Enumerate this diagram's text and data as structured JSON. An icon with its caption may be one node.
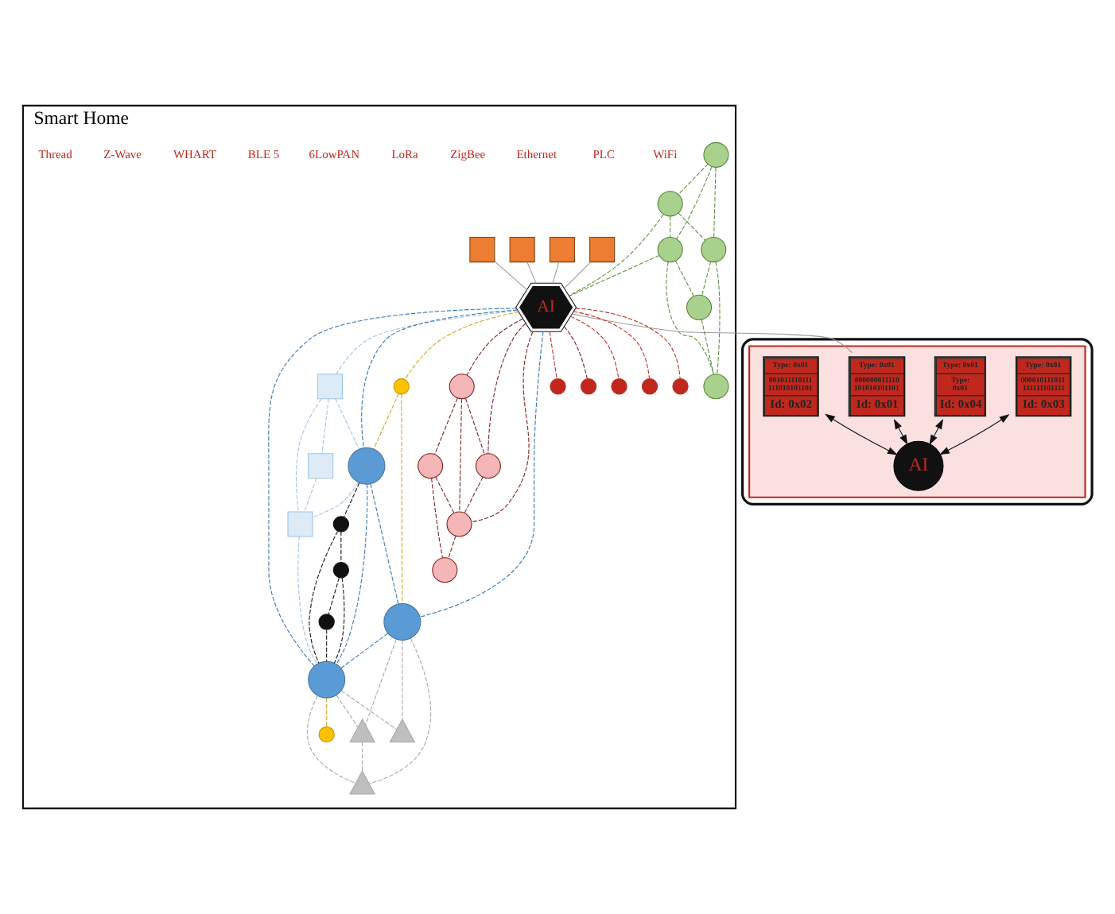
{
  "diagram": {
    "nodes": [
      {
        "text": [],
        "shape": "cloud"
      },
      {
        "text": [],
        "shape": "box",
        "in": 0
      },
      {
        "text": [
          "Type: 0x01",
          "000010111011 111111101111",
          "Id: 0x03"
        ],
        "in": 1
      },
      {
        "text": [
          "Type: 0x01",
          "Type: 0x01",
          "Id: 0x04"
        ],
        "in": 1
      },
      {
        "text": [
          "AI"
        ],
        "in": 1
      },
      {
        "text": [
          "Type: 0x01",
          "000000011110 101010101101",
          "Id: 0x01"
        ],
        "in": 1
      },
      {
        "text": [
          "Type: 0x01",
          "001011110111 111010101101",
          "Id: 0x02"
        ],
        "in": 1
      },
      {
        "text": [
          "Smart Home"
        ]
      },
      {
        "text": [
          "AI"
        ],
        "in": 7
      },
      {
        "text": [],
        "shape": "circle",
        "in": 7
      },
      {
        "text": [],
        "shape": "circle",
        "in": 7
      },
      {
        "text": [],
        "shape": "circle",
        "in": 7
      },
      {
        "text": [],
        "shape": "circle",
        "in": 7
      },
      {
        "text": [],
        "shape": "circle",
        "in": 7
      },
      {
        "text": [],
        "shape": "box",
        "in": 7
      },
      {
        "text": [],
        "shape": "box",
        "in": 7
      },
      {
        "text": [],
        "shape": "box",
        "in": 7
      },
      {
        "text": [],
        "shape": "box",
        "in": 7
      },
      {
        "text": [],
        "shape": "circle",
        "in": 7
      },
      {
        "text": [],
        "shape": "circle",
        "in": 7
      },
      {
        "text": [],
        "shape": "circle",
        "in": 7
      },
      {
        "text": [],
        "shape": "circle",
        "in": 7
      },
      {
        "text": [],
        "shape": "circle",
        "in": 7
      },
      {
        "text": [],
        "shape": "circle",
        "in": 7
      },
      {
        "text": [],
        "shape": "box",
        "in": 7
      },
      {
        "text": [],
        "shape": "box",
        "in": 7
      },
      {
        "text": [],
        "shape": "box",
        "in": 7
      },
      {
        "text": [],
        "shape": "circle",
        "in": 7
      },
      {
        "text": [],
        "shape": "circle",
        "in": 7
      },
      {
        "text": [],
        "shape": "circle",
        "in": 7
      },
      {
        "text": [],
        "shape": "circle",
        "in": 7
      },
      {
        "text": [],
        "shape": "circle",
        "in": 7
      },
      {
        "text": [],
        "shape": "circle",
        "in": 7
      },
      {
        "text": [],
        "shape": "circle",
        "in": 7
      },
      {
        "text": [],
        "shape": "circle",
        "in": 7
      },
      {
        "text": [],
        "shape": "circle",
        "in": 7
      },
      {
        "text": [],
        "shape": "circle",
        "in": 7
      },
      {
        "text": [],
        "shape": "triangle",
        "in": 7
      },
      {
        "text": [],
        "shape": "circle",
        "in": 7
      },
      {
        "text": [],
        "shape": "circle",
        "in": 7
      },
      {
        "text": [],
        "shape": "circle",
        "in": 7
      },
      {
        "text": [],
        "shape": "triangle",
        "in": 7
      },
      {
        "text": [],
        "shape": "triangle",
        "in": 7
      }
    ],
    "edges": [
      {
        "from": 2,
        "to": 4,
        "arrow": "both",
        "color": "#111111"
      },
      {
        "from": 3,
        "to": 4,
        "arrow": "both",
        "color": "#111111"
      },
      {
        "from": 5,
        "to": 4,
        "arrow": "both",
        "color": "#111111"
      },
      {
        "from": 6,
        "to": 4,
        "arrow": "both",
        "color": "#111111"
      },
      {
        "from": 8,
        "to": 5,
        "arrow": "none",
        "color": "#999999"
      },
      {
        "from": 8,
        "to": 9,
        "arrow": "none",
        "style": "dashed",
        "color": "#c0281e"
      },
      {
        "from": 8,
        "to": 10,
        "arrow": "none",
        "style": "dashed",
        "color": "#7b1c1c"
      },
      {
        "from": 8,
        "to": 11,
        "arrow": "none",
        "style": "dashed",
        "color": "#c0281e"
      },
      {
        "from": 8,
        "to": 12,
        "arrow": "none",
        "style": "dashed",
        "color": "#c0281e"
      },
      {
        "from": 8,
        "to": 13,
        "arrow": "none",
        "style": "dashed",
        "color": "#c0281e"
      },
      {
        "from": 14,
        "to": 8,
        "arrow": "none",
        "color": "#999999"
      },
      {
        "from": 15,
        "to": 8,
        "arrow": "none",
        "color": "#999999"
      },
      {
        "from": 16,
        "to": 8,
        "arrow": "none",
        "color": "#999999"
      },
      {
        "from": 17,
        "to": 8,
        "arrow": "none",
        "color": "#999999"
      },
      {
        "from": 18,
        "to": 19,
        "arrow": "none",
        "style": "dashed",
        "color": "#5a8f3c"
      },
      {
        "from": 18,
        "to": 20,
        "arrow": "none",
        "style": "dashed",
        "color": "#5a8f3c"
      },
      {
        "from": 18,
        "to": 21,
        "arrow": "none",
        "style": "dashed",
        "color": "#5a8f3c"
      },
      {
        "from": 19,
        "to": 20,
        "arrow": "none",
        "style": "dashed",
        "color": "#5a8f3c"
      },
      {
        "from": 19,
        "to": 21,
        "arrow": "none",
        "style": "dashed",
        "color": "#5a8f3c"
      },
      {
        "from": 19,
        "to": 8,
        "arrow": "none",
        "style": "dashed",
        "color": "#5a8f3c"
      },
      {
        "from": 21,
        "to": 8,
        "arrow": "none",
        "style": "dashed",
        "color": "#5a8f3c"
      },
      {
        "from": 20,
        "to": 22,
        "arrow": "none",
        "style": "dashed",
        "color": "#5a8f3c"
      },
      {
        "from": 20,
        "to": 23,
        "arrow": "none",
        "style": "dashed",
        "color": "#5a8f3c"
      },
      {
        "from": 21,
        "to": 22,
        "arrow": "none",
        "style": "dashed",
        "color": "#5a8f3c"
      },
      {
        "from": 21,
        "to": 23,
        "arrow": "none",
        "style": "dashed",
        "color": "#5a8f3c"
      },
      {
        "from": 22,
        "to": 23,
        "arrow": "none",
        "style": "dashed",
        "color": "#5a8f3c"
      },
      {
        "from": 8,
        "to": 24,
        "arrow": "none",
        "style": "dashed",
        "color": "#9dc3e6"
      },
      {
        "from": 24,
        "to": 25,
        "arrow": "none",
        "style": "dashed",
        "color": "#9dc3e6"
      },
      {
        "from": 24,
        "to": 26,
        "arrow": "none",
        "style": "dashed",
        "color": "#9dc3e6"
      },
      {
        "from": 25,
        "to": 26,
        "arrow": "none",
        "style": "dashed",
        "color": "#9dc3e6"
      },
      {
        "from": 24,
        "to": 27,
        "arrow": "none",
        "style": "dashed",
        "color": "#9dc3e6"
      },
      {
        "from": 27,
        "to": 26,
        "arrow": "none",
        "style": "dashed",
        "color": "#9dc3e6"
      },
      {
        "from": 26,
        "to": 34,
        "arrow": "none",
        "style": "dashed",
        "color": "#9dc3e6"
      },
      {
        "from": 8,
        "to": 27,
        "arrow": "none",
        "style": "dashed",
        "color": "#2e75b6"
      },
      {
        "from": 8,
        "to": 33,
        "arrow": "none",
        "style": "dashed",
        "color": "#2e75b6"
      },
      {
        "from": 8,
        "to": 34,
        "arrow": "none",
        "style": "dashed",
        "color": "#2e75b6"
      },
      {
        "from": 27,
        "to": 33,
        "arrow": "none",
        "style": "dashed",
        "color": "#2e75b6"
      },
      {
        "from": 27,
        "to": 34,
        "arrow": "none",
        "style": "dashed",
        "color": "#2e75b6"
      },
      {
        "from": 33,
        "to": 34,
        "arrow": "none",
        "style": "dashed",
        "color": "#2e75b6"
      },
      {
        "from": 8,
        "to": 28,
        "arrow": "none",
        "style": "dashed",
        "color": "#d4a017"
      },
      {
        "from": 28,
        "to": 27,
        "arrow": "none",
        "style": "dashed",
        "color": "#d4a017"
      },
      {
        "from": 28,
        "to": 33,
        "arrow": "none",
        "style": "dashed",
        "color": "#d4a017"
      },
      {
        "from": 34,
        "to": 38,
        "arrow": "none",
        "style": "dashed",
        "color": "#d4a017"
      },
      {
        "from": 27,
        "to": 29,
        "arrow": "none",
        "style": "dashed",
        "color": "#111111"
      },
      {
        "from": 29,
        "to": 30,
        "arrow": "none",
        "style": "dashed",
        "color": "#111111"
      },
      {
        "from": 29,
        "to": 34,
        "arrow": "none",
        "style": "dashed",
        "color": "#111111"
      },
      {
        "from": 30,
        "to": 34,
        "arrow": "none",
        "style": "dashed",
        "color": "#111111"
      },
      {
        "from": 30,
        "to": 35,
        "arrow": "none",
        "style": "dashed",
        "color": "#111111"
      },
      {
        "from": 35,
        "to": 34,
        "arrow": "none",
        "style": "dashed",
        "color": "#111111"
      },
      {
        "from": 8,
        "to": 31,
        "arrow": "none",
        "style": "dashed",
        "color": "#7b1c1c"
      },
      {
        "from": 8,
        "to": 39,
        "arrow": "none",
        "style": "dashed",
        "color": "#7b1c1c"
      },
      {
        "from": 8,
        "to": 32,
        "arrow": "none",
        "style": "dashed",
        "color": "#7b1c1c"
      },
      {
        "from": 31,
        "to": 32,
        "arrow": "none",
        "style": "dashed",
        "color": "#7b1c1c"
      },
      {
        "from": 31,
        "to": 36,
        "arrow": "none",
        "style": "dashed",
        "color": "#7b1c1c"
      },
      {
        "from": 31,
        "to": 39,
        "arrow": "none",
        "style": "dashed",
        "color": "#7b1c1c"
      },
      {
        "from": 32,
        "to": 39,
        "arrow": "none",
        "style": "dashed",
        "color": "#7b1c1c"
      },
      {
        "from": 36,
        "to": 39,
        "arrow": "none",
        "style": "dashed",
        "color": "#7b1c1c"
      },
      {
        "from": 36,
        "to": 40,
        "arrow": "none",
        "style": "dashed",
        "color": "#7b1c1c"
      },
      {
        "from": 39,
        "to": 40,
        "arrow": "none",
        "style": "dashed",
        "color": "#7b1c1c"
      },
      {
        "from": 33,
        "to": 37,
        "arrow": "none",
        "style": "dashed",
        "color": "#a6a6a6"
      },
      {
        "from": 34,
        "to": 37,
        "arrow": "none",
        "style": "dashed",
        "color": "#a6a6a6"
      },
      {
        "from": 33,
        "to": 41,
        "arrow": "none",
        "style": "dashed",
        "color": "#a6a6a6"
      },
      {
        "from": 33,
        "to": 42,
        "arrow": "none",
        "style": "dashed",
        "color": "#a6a6a6"
      },
      {
        "from": 34,
        "to": 41,
        "arrow": "none",
        "style": "dashed",
        "color": "#a6a6a6"
      },
      {
        "from": 34,
        "to": 42,
        "arrow": "none",
        "style": "dashed",
        "color": "#a6a6a6"
      },
      {
        "from": 41,
        "to": 42,
        "arrow": "none",
        "style": "dashed",
        "color": "#a6a6a6"
      }
    ],
    "labels": [
      "WiFi",
      "PLC",
      "Ethernet",
      "ZigBee",
      "LoRa",
      "6LowPAN",
      "BLE 5",
      "WHART",
      "Z-Wave",
      "Thread"
    ]
  }
}
